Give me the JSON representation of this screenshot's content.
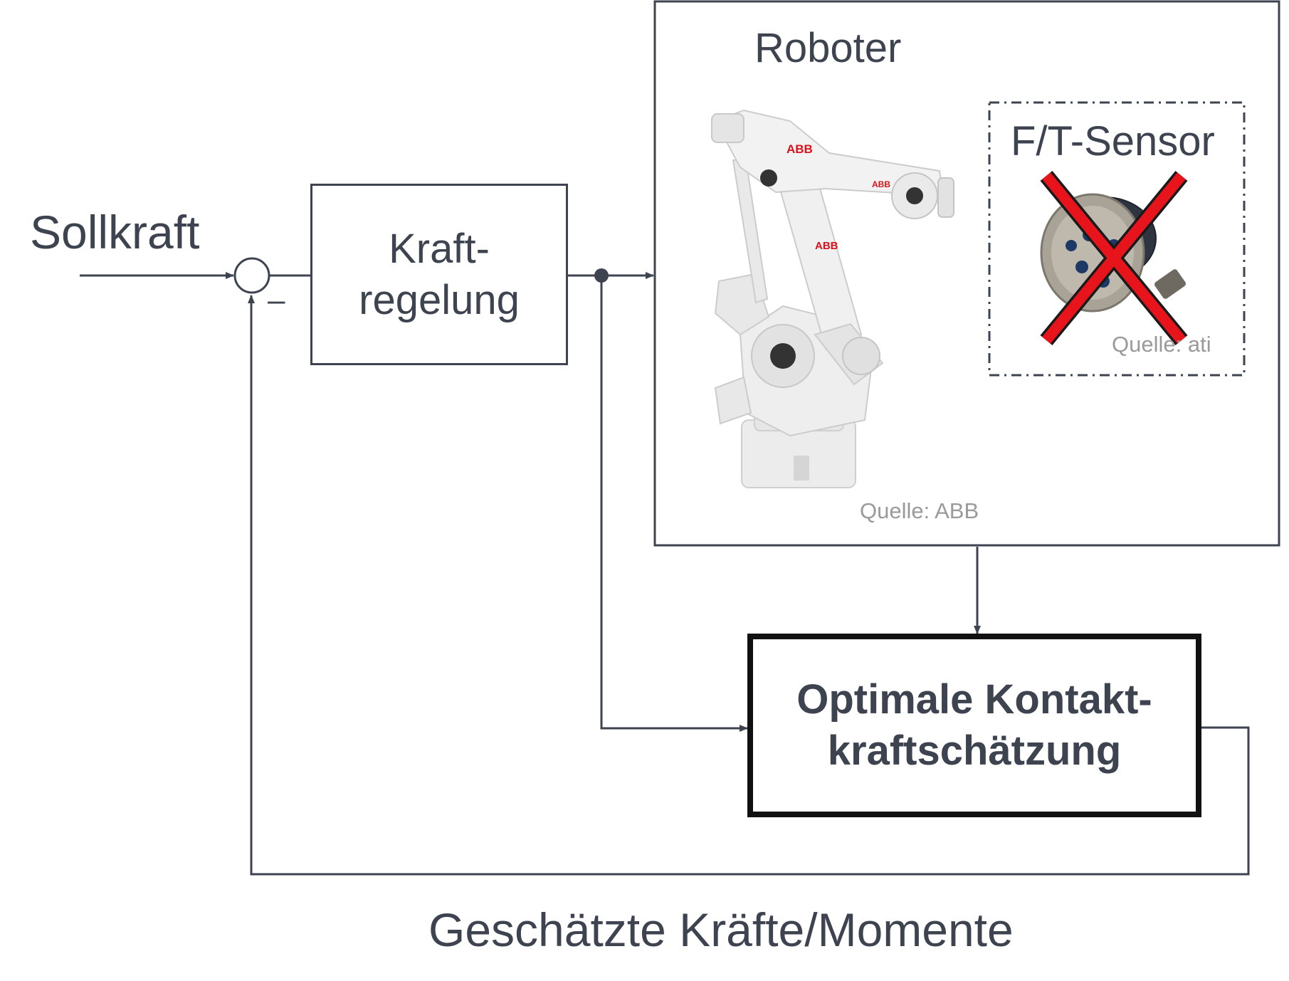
{
  "input_label": "Sollkraft",
  "minus_sign": "–",
  "controller": {
    "line1": "Kraft-",
    "line2": "regelung"
  },
  "robot": {
    "title": "Roboter",
    "robot_source": "Quelle: ABB",
    "robot_logo": "ABB"
  },
  "sensor": {
    "title": "F/T-Sensor",
    "source": "Quelle: ati",
    "status": "removed"
  },
  "estimator": {
    "line1": "Optimale Kontakt-",
    "line2": "kraftschätzung"
  },
  "feedback_label": "Geschätzte Kräfte/Momente",
  "colors": {
    "line": "#3d4450",
    "text": "#3d4450",
    "source_text": "#9a9a9a",
    "cross": "#e8141c",
    "logo": "#d8121c"
  }
}
